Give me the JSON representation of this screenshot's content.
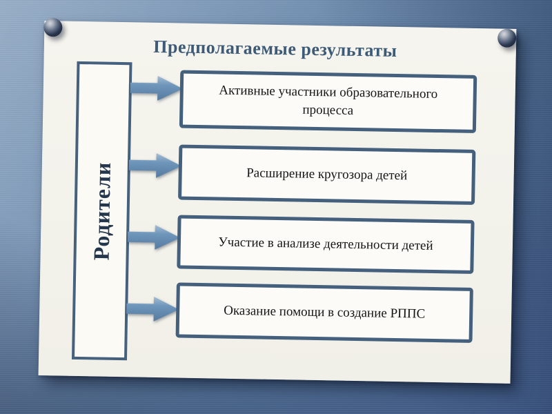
{
  "slide": {
    "title": "Предполагаемые результаты",
    "left_label": "Родители",
    "results": [
      {
        "label": "Активные участники образовательного процесса"
      },
      {
        "label": "Расширение кругозора детей"
      },
      {
        "label": "Участие в анализе деятельности детей"
      },
      {
        "label": "Оказание помощи в создание РППС"
      }
    ],
    "icons": {
      "pins": "push-pin-screw-icon",
      "arrows": "right-block-arrow-icon"
    },
    "colors": {
      "background_blue_light": "#8ba5c1",
      "background_blue_dark": "#3a5480",
      "paper": "#f4f3ec",
      "box_border": "#44607c",
      "title_text": "#3d5a77",
      "box_text": "#151515",
      "parents_text": "#24364b",
      "arrow_fill": "#6e95ba"
    }
  }
}
